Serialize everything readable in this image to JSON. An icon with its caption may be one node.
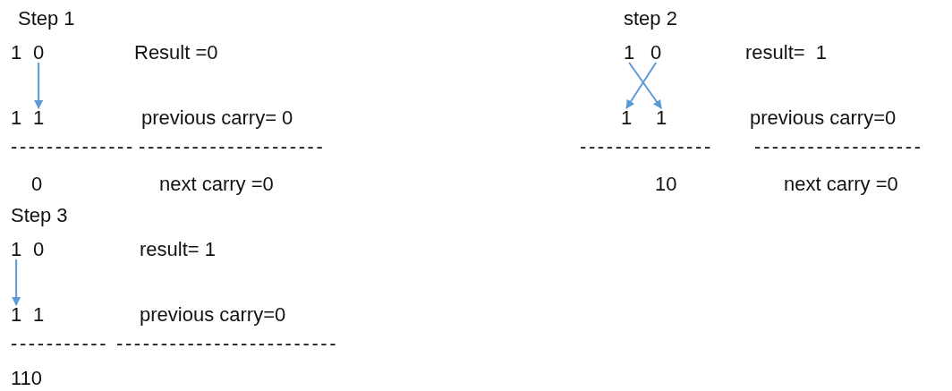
{
  "diagram": {
    "nodes": [
      {
        "text": [
          "0"
        ]
      },
      {
        "text": [
          "1"
        ]
      },
      {
        "text": [
          "1"
        ]
      },
      {
        "text": [
          "0"
        ]
      },
      {
        "text": [
          "1"
        ]
      },
      {
        "text": [
          "1"
        ]
      },
      {
        "text": [
          "1"
        ]
      },
      {
        "text": [
          "1"
        ]
      }
    ],
    "edges": [
      {
        "from": 0,
        "to": 1,
        "arrow": "to"
      },
      {
        "from": 2,
        "to": 5,
        "arrow": "to"
      },
      {
        "from": 3,
        "to": 4,
        "arrow": "to"
      },
      {
        "from": 6,
        "to": 7,
        "arrow": "to"
      }
    ],
    "labels": [
      "Step 1",
      "1",
      "Result =0",
      "1",
      "previous carry= 0",
      "--------------",
      "---------------------",
      "0",
      "next carry =0",
      "step 2",
      "result=  1",
      "previous carry=0",
      "---------------",
      "-------------------",
      "10",
      "next carry =0",
      "Step 3",
      "0",
      "result= 1",
      "1",
      "previous carry=0",
      "-----------",
      "-------------------------",
      "110"
    ]
  }
}
